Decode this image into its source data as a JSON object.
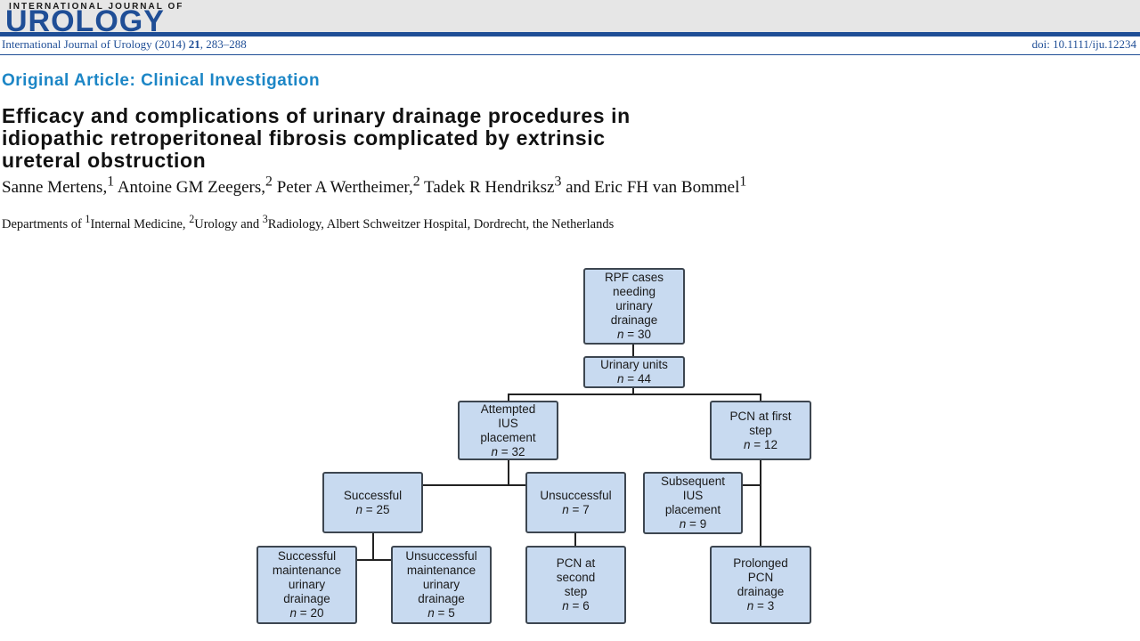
{
  "journal": {
    "masthead_small": "INTERNATIONAL JOURNAL OF",
    "masthead_big": "UROLOGY",
    "citation_prefix": "International Journal of Urology (2014) ",
    "citation_volume": "21",
    "citation_pages": ", 283–288",
    "doi": "doi: 10.1111/iju.12234"
  },
  "article": {
    "section": "Original Article: Clinical Investigation",
    "title_lines": [
      "Efficacy and complications of urinary drainage procedures in",
      "idiopathic retroperitoneal fibrosis complicated by extrinsic",
      "ureteral obstruction"
    ],
    "authors": [
      {
        "name": "Sanne Mertens,",
        "sup": "1"
      },
      {
        "name": " Antoine GM Zeegers,",
        "sup": "2"
      },
      {
        "name": " Peter A Wertheimer,",
        "sup": "2"
      },
      {
        "name": " Tadek R Hendriksz",
        "sup": "3"
      },
      {
        "name": " and Eric FH van Bommel",
        "sup": "1"
      }
    ],
    "affiliation_parts": [
      {
        "text": "Departments of ",
        "sup": ""
      },
      {
        "text": "Internal Medicine, ",
        "sup": "1"
      },
      {
        "text": "Urology and ",
        "sup": "2"
      },
      {
        "text": "Radiology, Albert Schweitzer Hospital, Dordrecht, the Netherlands",
        "sup": "3"
      }
    ]
  },
  "flowchart": {
    "nodes": [
      {
        "id": "rpf",
        "lines": [
          "RPF cases",
          "needing",
          "urinary",
          "drainage"
        ],
        "n": "30"
      },
      {
        "id": "units",
        "lines": [
          "Urinary units"
        ],
        "n": "44"
      },
      {
        "id": "attempted",
        "lines": [
          "Attempted",
          "IUS",
          "placement"
        ],
        "n": "32"
      },
      {
        "id": "pcn-first",
        "lines": [
          "PCN at first",
          "step"
        ],
        "n": "12"
      },
      {
        "id": "successful",
        "lines": [
          "Successful"
        ],
        "n": "25"
      },
      {
        "id": "unsuccessful",
        "lines": [
          "Unsuccessful"
        ],
        "n": "7"
      },
      {
        "id": "subsequent",
        "lines": [
          "Subsequent",
          "IUS",
          "placement"
        ],
        "n": "9"
      },
      {
        "id": "succ-maint",
        "lines": [
          "Successful",
          "maintenance",
          "urinary",
          "drainage"
        ],
        "n": "20"
      },
      {
        "id": "unsucc-maint",
        "lines": [
          "Unsuccessful",
          "maintenance",
          "urinary",
          "drainage"
        ],
        "n": "5"
      },
      {
        "id": "pcn-second",
        "lines": [
          "PCN at",
          "second",
          "step"
        ],
        "n": "6"
      },
      {
        "id": "prolonged",
        "lines": [
          "Prolonged",
          "PCN",
          "drainage"
        ],
        "n": "3"
      }
    ],
    "n_label": "n",
    "eq": " = "
  }
}
